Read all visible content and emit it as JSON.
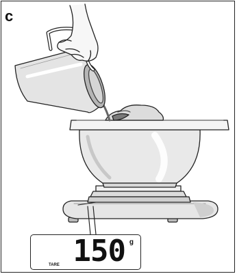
{
  "panel": {
    "letter": "c"
  },
  "display": {
    "reading": "150",
    "unit": "g",
    "mode_label": "TARE"
  },
  "icons": {
    "hand": "hand-icon",
    "jug": "measuring-jug-icon",
    "bowl": "mixing-bowl-icon",
    "scale": "kitchen-scale-icon"
  }
}
